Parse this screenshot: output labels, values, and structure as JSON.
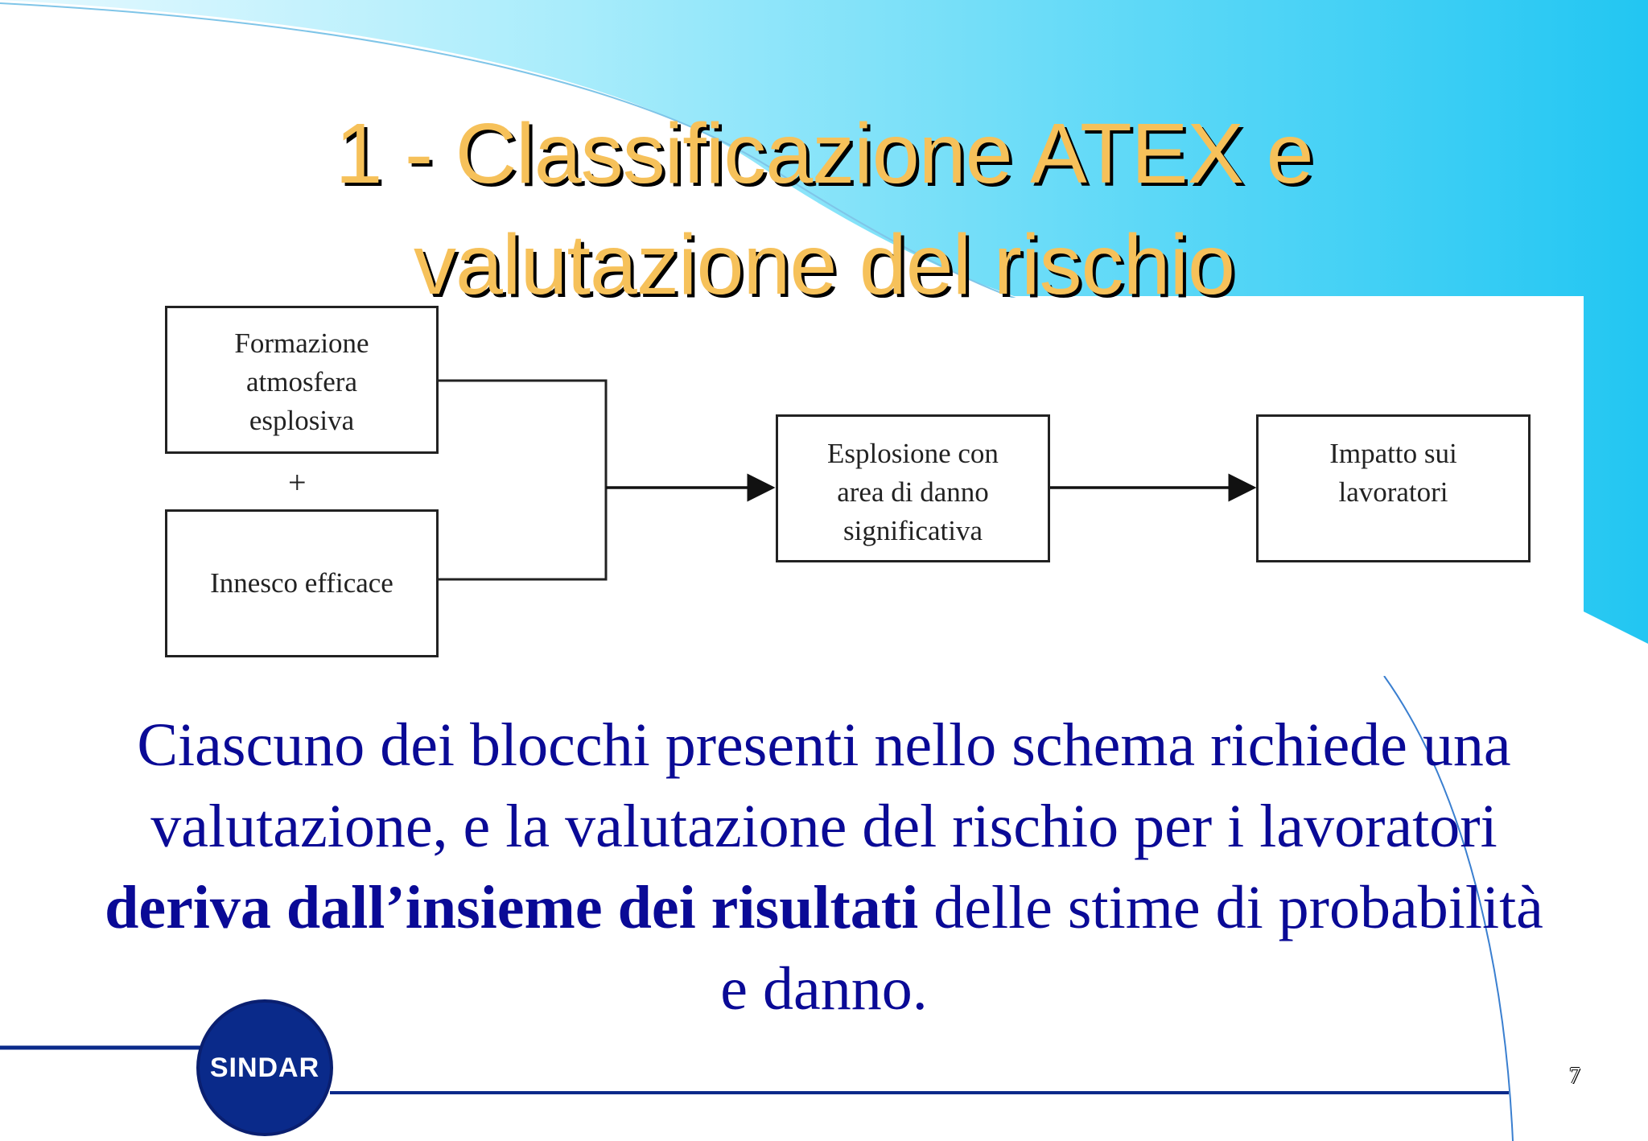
{
  "slide": {
    "title_lines": [
      "1 - Classificazione ATEX e",
      "valutazione del rischio"
    ],
    "page_number": "7",
    "logo_text": "SINDAR"
  },
  "diagram": {
    "box_formazione": [
      "Formazione",
      "atmosfera",
      "esplosiva"
    ],
    "plus": "+",
    "box_innesco": [
      "Innesco efficace"
    ],
    "box_esplosione": [
      "Esplosione con",
      "area di danno",
      "significativa"
    ],
    "box_impatto": [
      "Impatto sui",
      "lavoratori"
    ]
  },
  "body": {
    "part1": "Ciascuno dei blocchi presenti nello schema richiede una valutazione, e la valutazione del rischio per i lavoratori ",
    "bold": "deriva dall’insieme dei risultati",
    "part2": " delle stime di probabilità e danno."
  },
  "colors": {
    "title": "#f6c15a",
    "body_text": "#0a0a96",
    "background_accent": "#3fd0f5",
    "logo": "#0a2a8a"
  }
}
